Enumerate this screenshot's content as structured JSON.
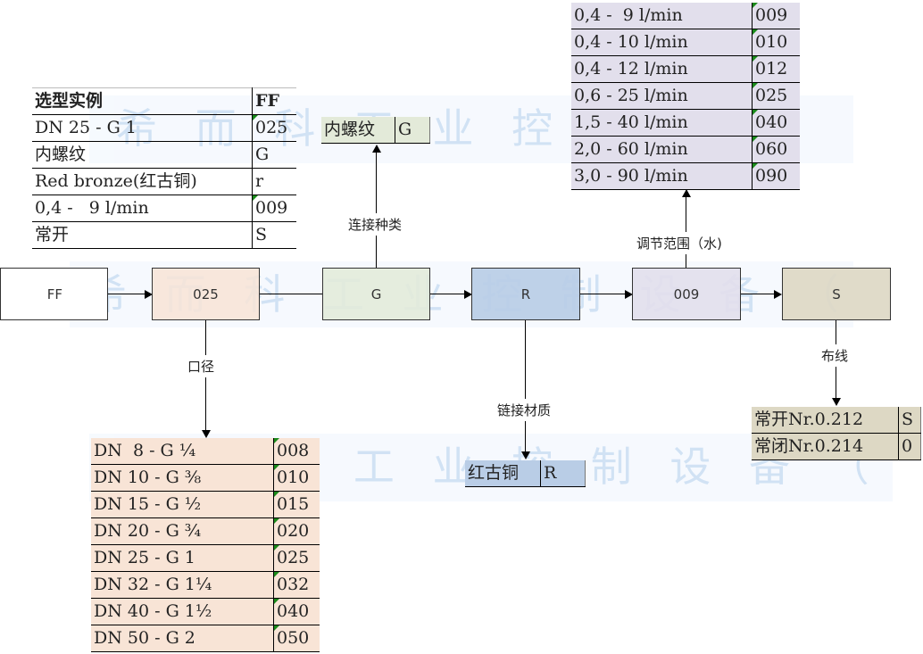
{
  "watermark": "希 而 科 工 业 控 制 设 备 （ 上 海 ） 有 限 公 司",
  "example_table": {
    "rows": [
      {
        "label": "选型实例",
        "code": "FF"
      },
      {
        "label": "DN 25 - G 1",
        "code": "025"
      },
      {
        "label": "内螺纹",
        "code": "G"
      },
      {
        "label": "Red bronze(红古铜)",
        "code": "r"
      },
      {
        "label": "0,4 -   9 l/min",
        "code": "009"
      },
      {
        "label": "常开",
        "code": "S"
      }
    ]
  },
  "flow": {
    "boxes": [
      {
        "label": "FF",
        "color": "#ffffff"
      },
      {
        "label": "025",
        "color": "#f8e4d6"
      },
      {
        "label": "G",
        "color": "#e3ead9"
      },
      {
        "label": "R",
        "color": "#b9cde6"
      },
      {
        "label": "009",
        "color": "#e2dfec"
      },
      {
        "label": "S",
        "color": "#ddd8c4"
      }
    ],
    "labels": {
      "size": "口径",
      "connection": "连接种类",
      "material": "链接材质",
      "range": "调节范围（水)",
      "wiring": "布线"
    }
  },
  "connection_table": {
    "rows": [
      {
        "label": "内螺纹",
        "code": "G"
      }
    ]
  },
  "material_table": {
    "rows": [
      {
        "label": "红古铜",
        "code": "R"
      }
    ]
  },
  "range_table": {
    "rows": [
      {
        "label": "0,4 -  9 l/min",
        "code": "009"
      },
      {
        "label": "0,4 - 10 l/min",
        "code": "010"
      },
      {
        "label": "0,4 - 12 l/min",
        "code": "012"
      },
      {
        "label": "0,6 - 25 l/min",
        "code": "025"
      },
      {
        "label": "1,5 - 40 l/min",
        "code": "040"
      },
      {
        "label": "2,0 - 60 l/min",
        "code": "060"
      },
      {
        "label": "3,0 - 90 l/min",
        "code": "090"
      }
    ]
  },
  "wiring_table": {
    "rows": [
      {
        "label": "常开Nr.0.212",
        "code": "S"
      },
      {
        "label": "常闭Nr.0.214",
        "code": "0"
      }
    ]
  },
  "size_table": {
    "rows": [
      {
        "label": "DN  8 - G ¼",
        "code": "008"
      },
      {
        "label": "DN 10 - G ⅜",
        "code": "010"
      },
      {
        "label": "DN 15 - G ½",
        "code": "015"
      },
      {
        "label": "DN 20 - G ¾",
        "code": "020"
      },
      {
        "label": "DN 25 - G 1",
        "code": "025"
      },
      {
        "label": "DN 32 - G 1¼",
        "code": "032"
      },
      {
        "label": "DN 40 - G 1½",
        "code": "040"
      },
      {
        "label": "DN 50 - G 2",
        "code": "050"
      }
    ]
  },
  "colors": {
    "size": "#f8e4d6",
    "connection": "#e3ead9",
    "material": "#b9cde6",
    "range": "#e2dfec",
    "wiring": "#ddd8c4"
  }
}
